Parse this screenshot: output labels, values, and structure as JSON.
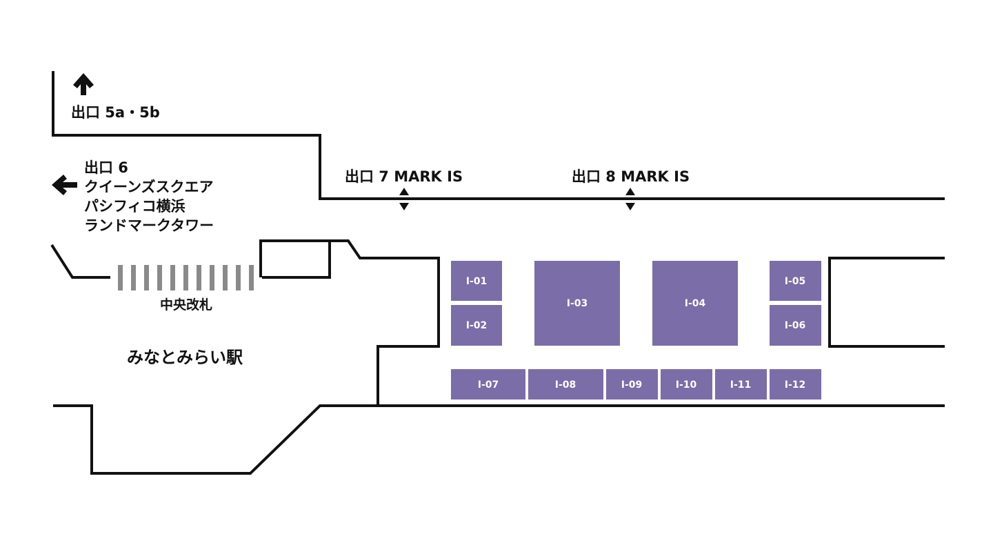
{
  "labels": {
    "exit_5": "出口 5a・5b",
    "exit_6": [
      "出口 6",
      "クイーンズスクエア",
      "パシフィコ横浜",
      "ランドマークタワー"
    ],
    "exit_7": "出口 7 MARK IS",
    "exit_8": "出口 8 MARK IS",
    "central_gate": "中央改札",
    "station_name": "みなとみらい駅"
  },
  "booths": {
    "b01": "I-01",
    "b02": "I-02",
    "b03": "I-03",
    "b04": "I-04",
    "b05": "I-05",
    "b06": "I-06",
    "b07": "I-07",
    "b08": "I-08",
    "b09": "I-09",
    "b10": "I-10",
    "b11": "I-11",
    "b12": "I-12"
  },
  "colors": {
    "booth": "#7b6da8",
    "walls": "#111111",
    "gates": "#8a8a8a"
  }
}
